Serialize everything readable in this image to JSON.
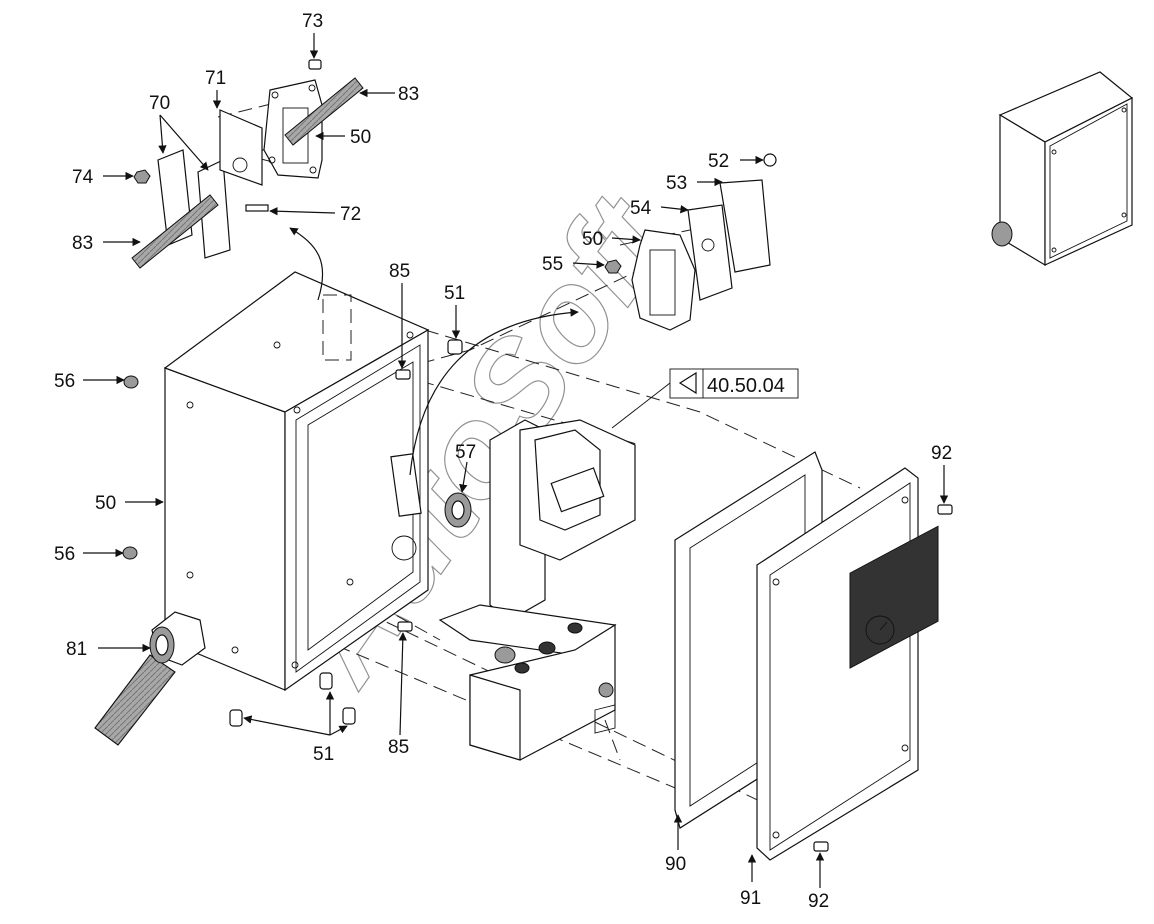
{
  "callouts": {
    "c73": "73",
    "c71": "71",
    "c70": "70",
    "c83a": "83",
    "c50a": "50",
    "c74": "74",
    "c72": "72",
    "c83b": "83",
    "c52": "52",
    "c53": "53",
    "c54": "54",
    "c50b": "50",
    "c55": "55",
    "c85a": "85",
    "c51a": "51",
    "c56a": "56",
    "c50c": "50",
    "c56b": "56",
    "c81": "81",
    "c57": "57",
    "c92a": "92",
    "c51b": "51",
    "c85b": "85",
    "c90": "90",
    "c91": "91",
    "c92b": "92"
  },
  "reference_box": {
    "text": "40.50.04"
  },
  "watermark": {
    "text": "AutoSoft"
  }
}
